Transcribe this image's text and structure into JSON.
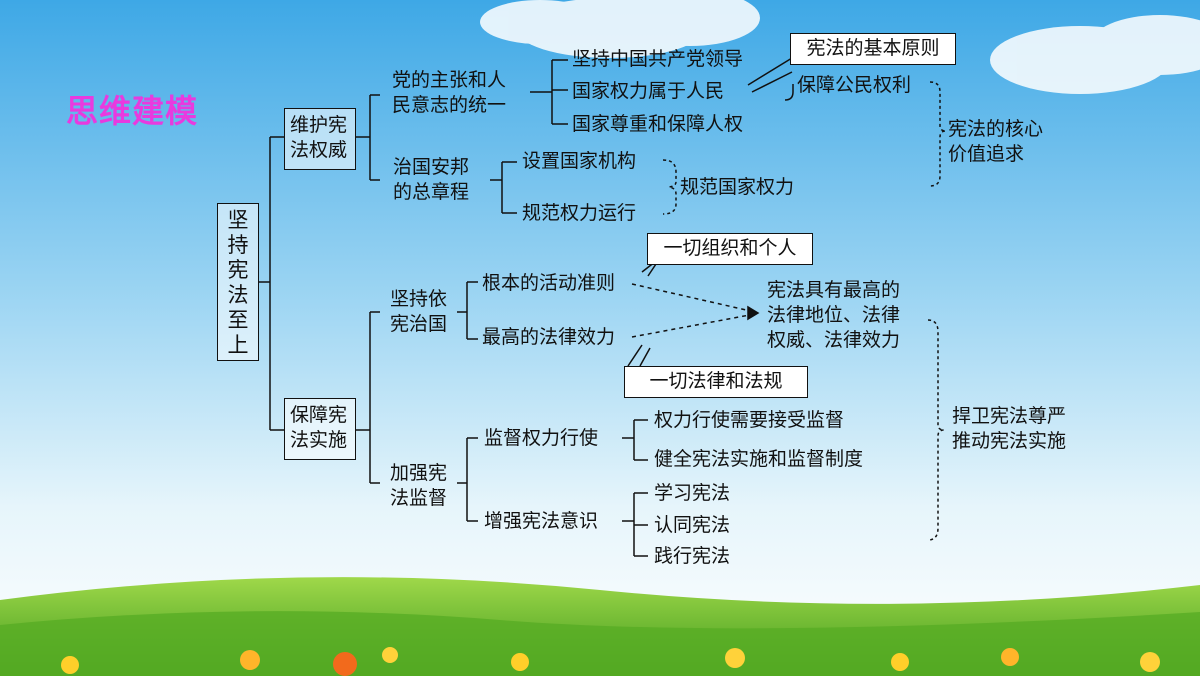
{
  "title": "思维建模",
  "root": "坚\n持\n宪\n法\n至\n上",
  "branch1": {
    "label": "维护宪\n法权威",
    "sub1": {
      "label": "党的主张和人\n民意志的统一",
      "items": [
        "坚持中国共产党领导",
        "国家权力属于人民",
        "国家尊重和保障人权"
      ]
    },
    "sub2": {
      "label": "治国安邦\n的总章程",
      "items": [
        "设置国家机构",
        "规范权力运行"
      ],
      "summary": "规范国家权力"
    },
    "callout_principle": "宪法的基本原则",
    "protect_rights": "保障公民权利",
    "core": "宪法的核心\n价值追求"
  },
  "branch2": {
    "label": "保障宪\n法实施",
    "sub1": {
      "label": "坚持依\n宪治国",
      "items": [
        "根本的活动准则",
        "最高的法律效力"
      ],
      "callout_top": "一切组织和个人",
      "callout_bottom": "一切法律和法规",
      "conclusion": "宪法具有最高的\n法律地位、法律\n权威、法律效力"
    },
    "sub2": {
      "label": "加强宪\n法监督",
      "groups": [
        {
          "label": "监督权力行使",
          "items": [
            "权力行使需要接受监督",
            "健全宪法实施和监督制度"
          ]
        },
        {
          "label": "增强宪法意识",
          "items": [
            "学习宪法",
            "认同宪法",
            "践行宪法"
          ]
        }
      ]
    },
    "summary": "捍卫宪法尊严\n推动宪法实施"
  },
  "colors": {
    "title": "#e83adf",
    "sky": "#4fb3ea",
    "grass": "#6fbf2a"
  }
}
